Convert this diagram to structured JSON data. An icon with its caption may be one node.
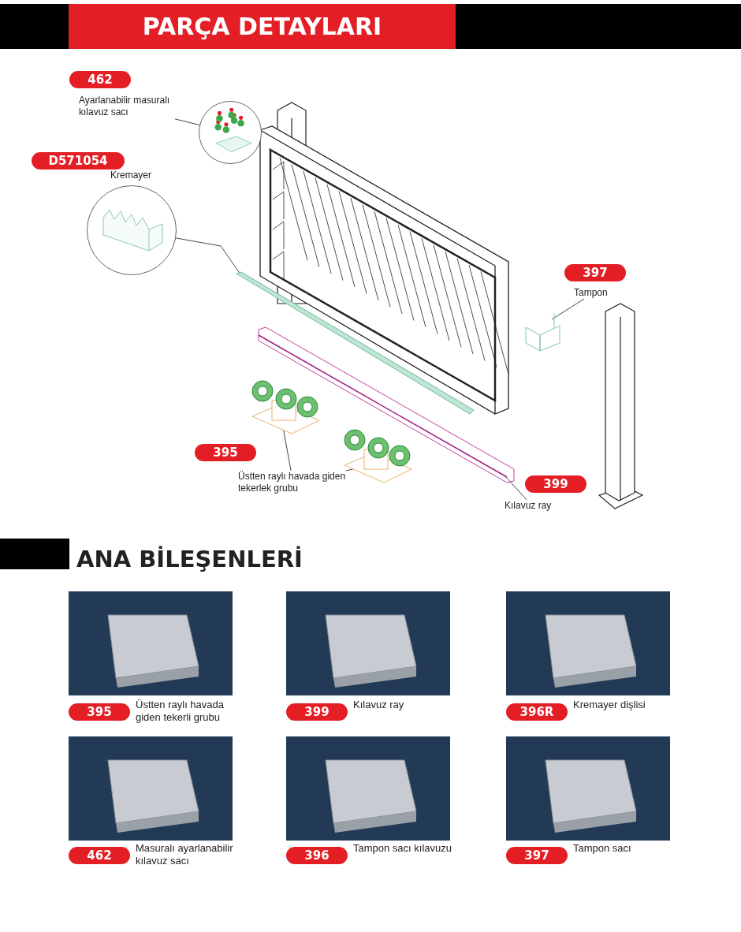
{
  "diagram": {
    "title": "PARÇA DETAYLARI",
    "nodes": [
      {
        "text": [
          "462"
        ]
      },
      {
        "text": [
          "Ayarlanabilir masuralı kılavuz sacı"
        ]
      },
      {
        "text": [],
        "shape": "picture"
      },
      {
        "text": [
          "D571054"
        ]
      },
      {
        "text": [
          "Kremayer"
        ]
      },
      {
        "text": [],
        "shape": "picture"
      },
      {
        "text": [
          "397"
        ]
      },
      {
        "text": [
          "Tampon"
        ]
      },
      {
        "text": [],
        "shape": "picture"
      },
      {
        "text": [
          "395"
        ]
      },
      {
        "text": [
          "Üstten raylı havada giden tekerlek grubu"
        ]
      },
      {
        "text": [],
        "shape": "picture"
      },
      {
        "text": [],
        "shape": "picture"
      },
      {
        "text": [
          "399"
        ]
      },
      {
        "text": [
          "Kılavuz ray"
        ]
      },
      {
        "text": [],
        "shape": "picture"
      },
      {
        "text": [
          "395"
        ],
        "beside": [
          "Üstten raylı havada giden tekerli grubu"
        ]
      },
      {
        "text": [
          "399"
        ],
        "beside": [
          "Kılavuz ray"
        ]
      },
      {
        "text": [
          "396R"
        ],
        "beside": [
          "Kremayer dişlisi"
        ]
      },
      {
        "text": [
          "462"
        ],
        "beside": [
          "Masuralı ayarlanabilir kılavuz sacı"
        ]
      },
      {
        "text": [
          "396"
        ],
        "beside": [
          "Tampon sacı kılavuzu"
        ]
      },
      {
        "text": [
          "397"
        ],
        "beside": [
          "Tampon sacı"
        ]
      }
    ],
    "edges": [
      {
        "from": 1,
        "to": 2,
        "arrow": "none"
      },
      {
        "from": 4,
        "to": 5,
        "arrow": "none"
      },
      {
        "from": 7,
        "to": 8,
        "arrow": "none"
      },
      {
        "from": 10,
        "to": 11,
        "arrow": "none"
      },
      {
        "from": 10,
        "to": 12,
        "arrow": "none"
      },
      {
        "from": 14,
        "to": 15,
        "arrow": "none"
      }
    ],
    "labels": [
      "ANA BİLEŞENLERİ"
    ]
  }
}
